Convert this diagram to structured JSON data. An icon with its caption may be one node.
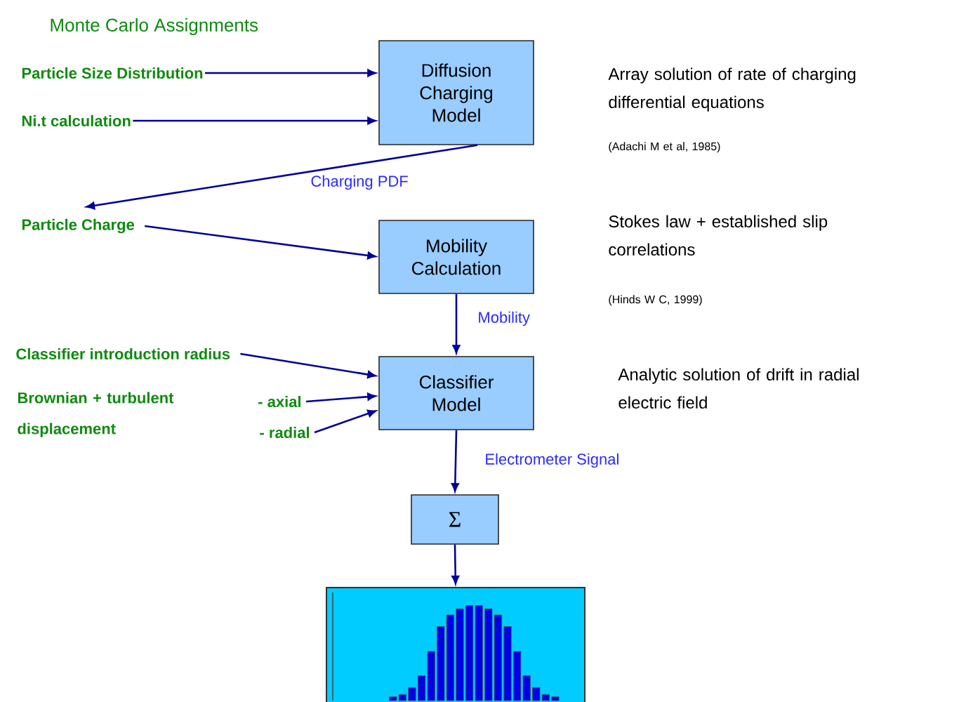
{
  "diagram": {
    "nodes": [
      {
        "text": [
          "Particle Size Distribution"
        ]
      },
      {
        "text": [
          "Ni.t calculation"
        ]
      },
      {
        "text": [
          "Diffusion Charging Model"
        ],
        "beside": [
          "Array solution of rate of charging differential equations",
          "(Adachi M et al, 1985)"
        ]
      },
      {
        "text": [
          "Particle Charge"
        ]
      },
      {
        "text": [
          "Mobility Calculation"
        ],
        "beside": [
          "Stokes law + established slip correlations",
          "(Hinds W C, 1999)"
        ]
      },
      {
        "text": [
          "Classifier introduction radius"
        ]
      },
      {
        "text": [
          "- axial"
        ]
      },
      {
        "text": [
          "- radial"
        ]
      },
      {
        "text": [
          "Classifier Model"
        ]
      },
      {
        "text": [
          "Σ"
        ]
      },
      {
        "text": [],
        "shape": "picture"
      }
    ],
    "edges": [
      {
        "from": 0,
        "to": 2,
        "arrow": "to"
      },
      {
        "from": 1,
        "to": 2,
        "arrow": "to"
      },
      {
        "from": 2,
        "to": 3,
        "arrow": "to",
        "label": "Charging PDF"
      },
      {
        "from": 3,
        "to": 4,
        "arrow": "to"
      },
      {
        "from": 4,
        "to": 8,
        "arrow": "to",
        "label": "Mobility"
      },
      {
        "from": 5,
        "to": 8,
        "arrow": "to"
      },
      {
        "from": 6,
        "to": 8,
        "arrow": "to"
      },
      {
        "from": 7,
        "to": 8,
        "arrow": "to"
      },
      {
        "from": 8,
        "to": 9,
        "arrow": "to",
        "label": "Electrometer Signal"
      },
      {
        "from": 9,
        "to": 10,
        "arrow": "to"
      }
    ],
    "labels": [
      "Monte Carlo Assignments",
      "Analytic solution of drift in radial electric field",
      "Brownian + turbulent displacement"
    ]
  }
}
